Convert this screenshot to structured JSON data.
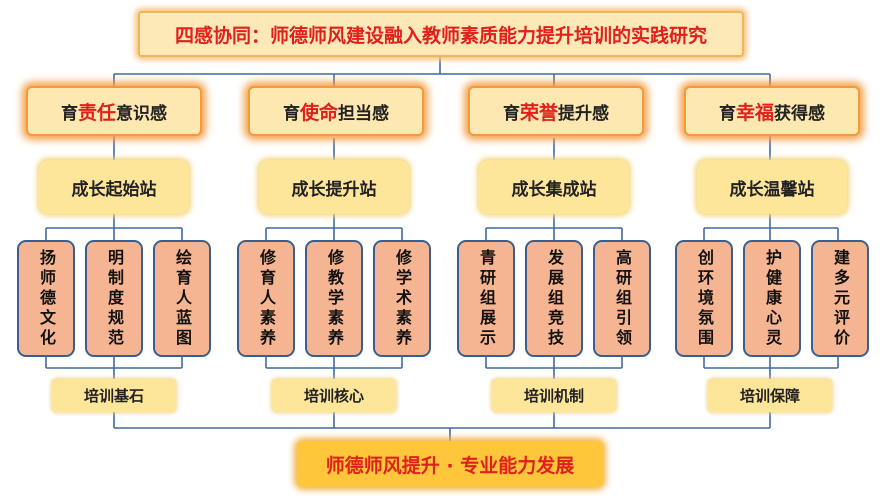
{
  "title": "四感协同：师德师风建设融入教师素质能力提升培训的实践研究",
  "columns": [
    {
      "prefix": "育",
      "highlight": "责任",
      "suffix": "意识感",
      "station": "成长起始站",
      "leaves": [
        "扬师德文化",
        "明制度规范",
        "绘育人蓝图"
      ],
      "base": "培训基石"
    },
    {
      "prefix": "育",
      "highlight": "使命",
      "suffix": "担当感",
      "station": "成长提升站",
      "leaves": [
        "修育人素养",
        "修教学素养",
        "修学术素养"
      ],
      "base": "培训核心"
    },
    {
      "prefix": "育",
      "highlight": "荣誉",
      "suffix": "提升感",
      "station": "成长集成站",
      "leaves": [
        "青研组展示",
        "发展组竞技",
        "高研组引领"
      ],
      "base": "培训机制"
    },
    {
      "prefix": "育",
      "highlight": "幸福",
      "suffix": "获得感",
      "station": "成长温馨站",
      "leaves": [
        "创环境氛围",
        "护健康心灵",
        "建多元评价"
      ],
      "base": "培训保障"
    }
  ],
  "bottom": "师德师风提升 · 专业能力发展",
  "colors": {
    "line": "#3f6aa3",
    "highlight": "#e0201b"
  }
}
